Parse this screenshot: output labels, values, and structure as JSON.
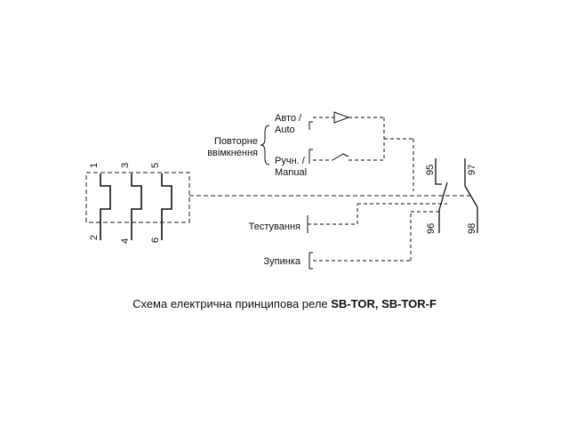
{
  "diagram": {
    "terminals": {
      "t1": "1",
      "t3": "3",
      "t5": "5",
      "t2": "2",
      "t4": "4",
      "t6": "6",
      "t95": "95",
      "t96": "96",
      "t97": "97",
      "t98": "98"
    },
    "labels": {
      "reset_line1": "Повторне",
      "reset_line2": "ввімкнення",
      "auto_line1": "Авто /",
      "auto_line2": "Auto",
      "manual_line1": "Ручн. /",
      "manual_line2": "Manual",
      "test": "Тестування",
      "stop": "Зупинка"
    }
  },
  "caption": {
    "prefix": "Схема електрична принципова реле ",
    "models": "SB-TOR, SB-TOR-F"
  }
}
